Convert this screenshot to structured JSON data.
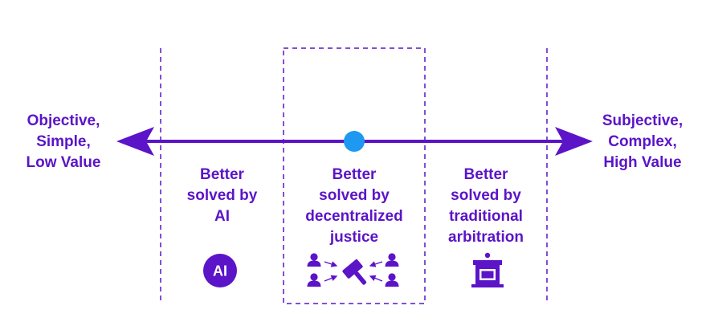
{
  "colors": {
    "primary": "#5b14c7",
    "marker": "#1e98f0",
    "background": "#ffffff"
  },
  "left_end": {
    "lines": [
      "Objective,",
      "Simple,",
      "Low Value"
    ]
  },
  "right_end": {
    "lines": [
      "Subjective,",
      "Complex,",
      "High Value"
    ]
  },
  "zones": [
    {
      "lines": [
        "Better",
        "solved by",
        "AI"
      ],
      "icon": "ai-badge-icon",
      "icon_text": "AI"
    },
    {
      "lines": [
        "Better",
        "solved by",
        "decentralized",
        "justice"
      ],
      "icon": "crowd-gavel-icon"
    },
    {
      "lines": [
        "Better",
        "solved by",
        "traditional",
        "arbitration"
      ],
      "icon": "podium-icon"
    }
  ],
  "marker": {
    "icon": "current-position-dot"
  }
}
